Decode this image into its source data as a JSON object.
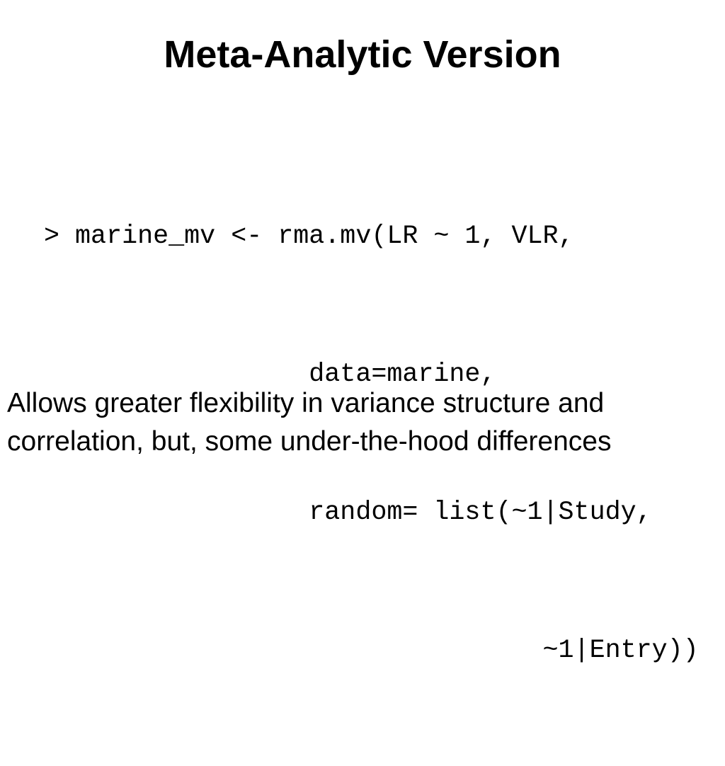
{
  "slide": {
    "title": "Meta-Analytic Version",
    "code_lines": [
      "> marine_mv <- rma.mv(LR ~ 1, VLR,",
      "                 data=marine,",
      "                 random= list(~1|Study,",
      "                                ~1|Entry))"
    ],
    "body_text": "Allows greater flexibility in variance structure and correlation, but, some under-the-hood differences"
  }
}
